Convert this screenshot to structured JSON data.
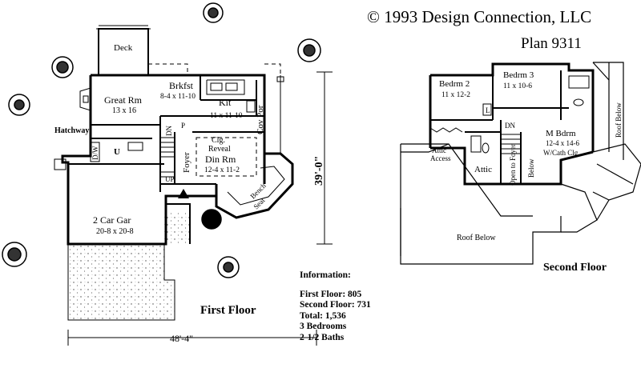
{
  "header": {
    "copyright": "©   1993 Design Connection, LLC",
    "plan_number": "Plan 9311"
  },
  "first_floor": {
    "title": "First Floor",
    "rooms": {
      "deck": "Deck",
      "great_rm": "Great Rm",
      "great_rm_size": "13 x 16",
      "brkfst": "Brkfst",
      "brkfst_size": "8-4 x 11-10",
      "kit": "Kit",
      "kit_size": "11 x 11-10",
      "cov_por": "Cov Por",
      "hatchway": "Hatchway",
      "dw": "D/W",
      "u": "U",
      "dn": "DN",
      "p": "P",
      "up": "UP",
      "foyer": "Foyer",
      "clg_reveal": "Clg.\nReveal",
      "clg": "Clg.",
      "reveal": "Reveal",
      "din_rm": "Din Rm",
      "din_rm_size": "12-4 x 11-2",
      "bench": "Bench",
      "seat": "Seat",
      "garage": "2 Car Gar",
      "garage_size": "20-8 x 20-8"
    },
    "dimensions": {
      "width": "48'-4\"",
      "depth": "39'-0\""
    }
  },
  "second_floor": {
    "title": "Second Floor",
    "rooms": {
      "bedrm2": "Bedrm 2",
      "bedrm2_size": "11 x 12-2",
      "bedrm3": "Bedrm 3",
      "bedrm3_size": "11 x 10-6",
      "m_bdrm": "M Bdrm",
      "m_bdrm_size": "12-4 x 14-6",
      "m_bdrm_note": "W/Cath Clg",
      "attic_access_1": "Attic",
      "attic_access_2": "Access",
      "attic": "Attic",
      "open_to_foyer": "Open to Foyer",
      "below": "Below",
      "dn": "DN",
      "l": "L",
      "roof_below_1": "Roof Below",
      "roof_below_2": "Roof Below"
    }
  },
  "information": {
    "heading": "Information:",
    "first_floor": "First Floor: 805",
    "second_floor": "Second Floor: 731",
    "total": "Total: 1,536",
    "bedrooms": "3 Bedrooms",
    "baths": "2-1/2 Baths"
  }
}
